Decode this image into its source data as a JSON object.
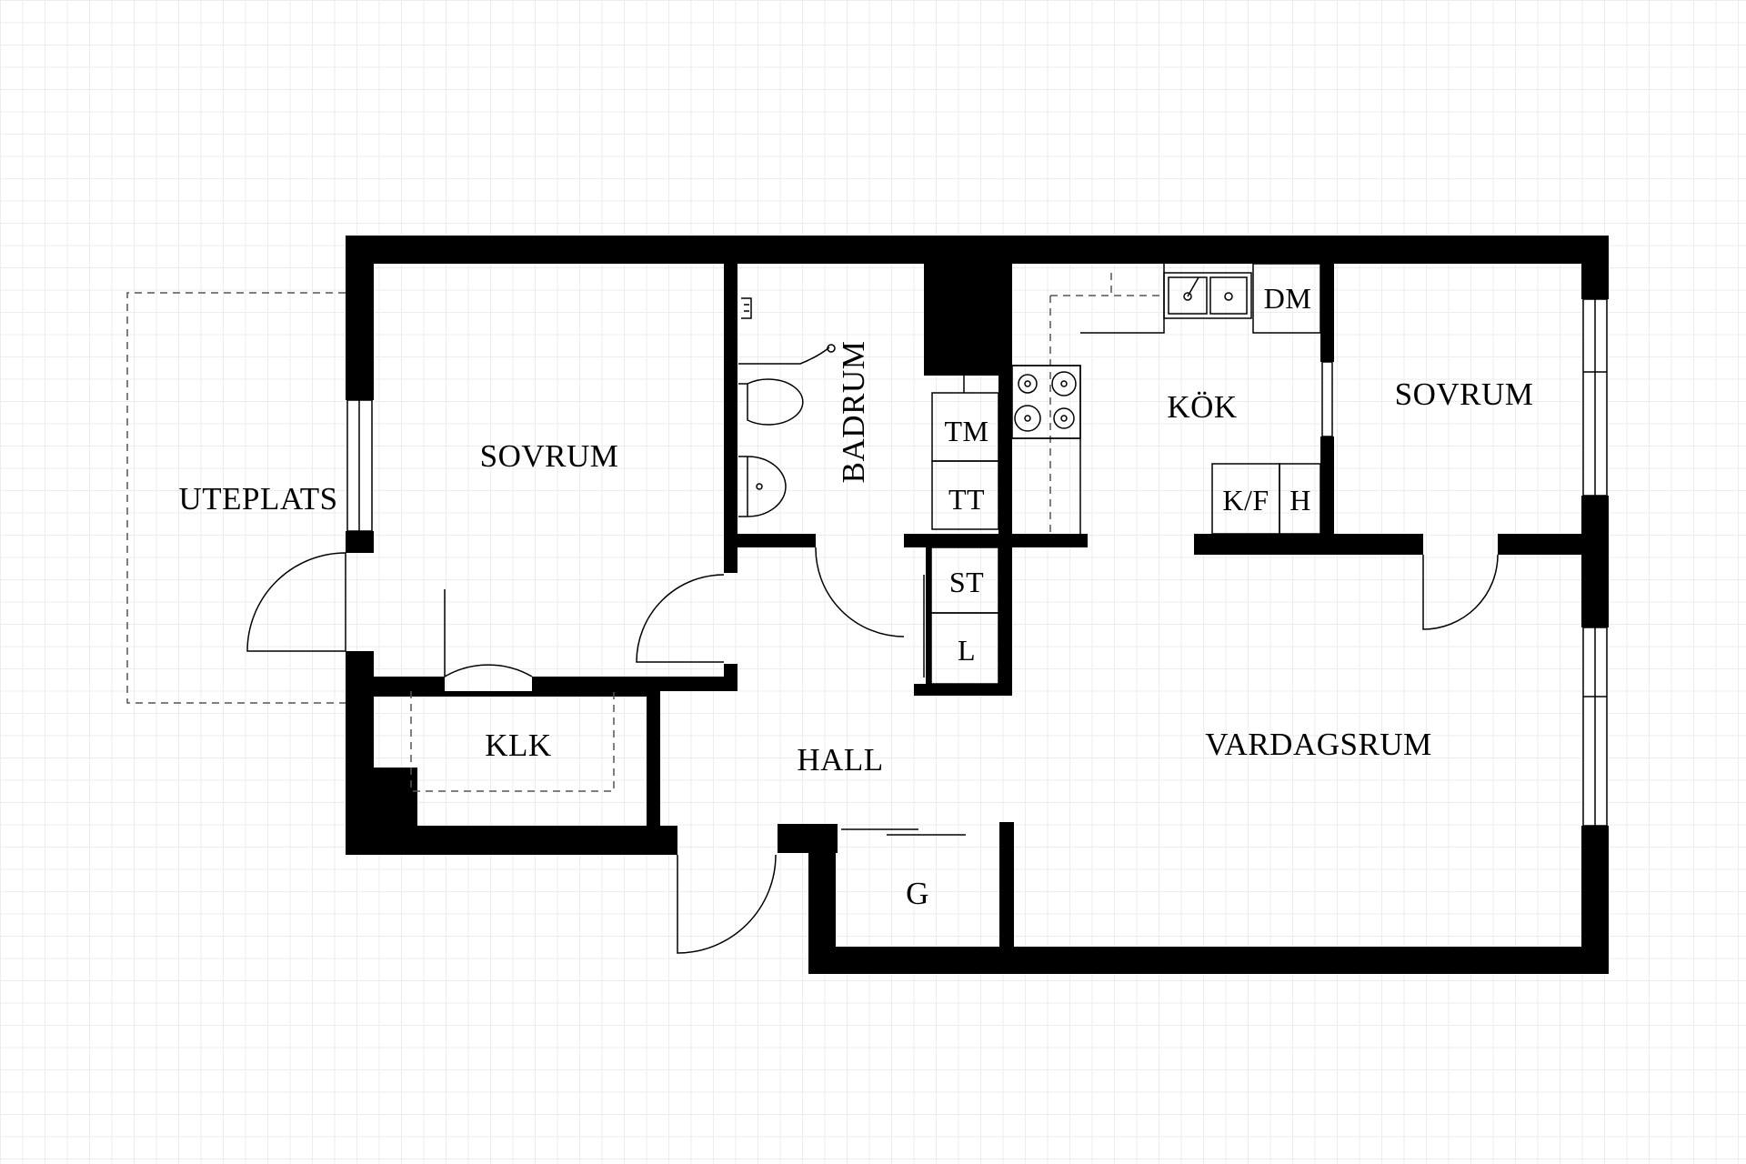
{
  "rooms": {
    "uteplats": "UTEPLATS",
    "sovrum_left": "SOVRUM",
    "badrum": "BADRUM",
    "kok": "KÖK",
    "sovrum_right": "SOVRUM",
    "klk": "KLK",
    "hall": "HALL",
    "vardagsrum": "VARDAGSRUM",
    "g": "G"
  },
  "fixtures": {
    "tm": "TM",
    "tt": "TT",
    "st": "ST",
    "l": "L",
    "dm": "DM",
    "kf": "K/F",
    "h": "H"
  },
  "colors": {
    "wall": "#000000",
    "grid": "#ececec",
    "background": "#ffffff"
  }
}
